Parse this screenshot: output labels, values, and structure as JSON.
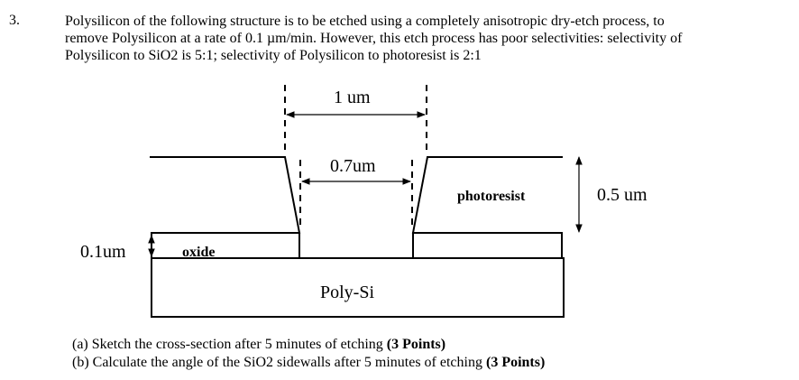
{
  "question": {
    "number": "3.",
    "statement_lines": [
      "Polysilicon of the following structure is to be etched using a completely anisotropic dry-etch process, to",
      "remove Polysilicon at a rate of 0.1 µm/min. However, this etch process has poor selectivities: selectivity of",
      "Polysilicon to SiO2 is 5:1; selectivity of Polysilicon to photoresist is 2:1"
    ]
  },
  "figure": {
    "label_1um": "1 um",
    "label_07um": "0.7um",
    "label_photoresist": "photoresist",
    "label_05um": "0.5 um",
    "label_01um": "0.1um",
    "label_oxide": "oxide",
    "label_polysi": "Poly-Si"
  },
  "parts": [
    {
      "text": "(a) Sketch the cross-section after 5 minutes of etching ",
      "points": "(3 Points)"
    },
    {
      "text": "(b) Calculate the angle of the SiO2 sidewalls after 5 minutes of etching ",
      "points": "(3 Points)"
    }
  ]
}
